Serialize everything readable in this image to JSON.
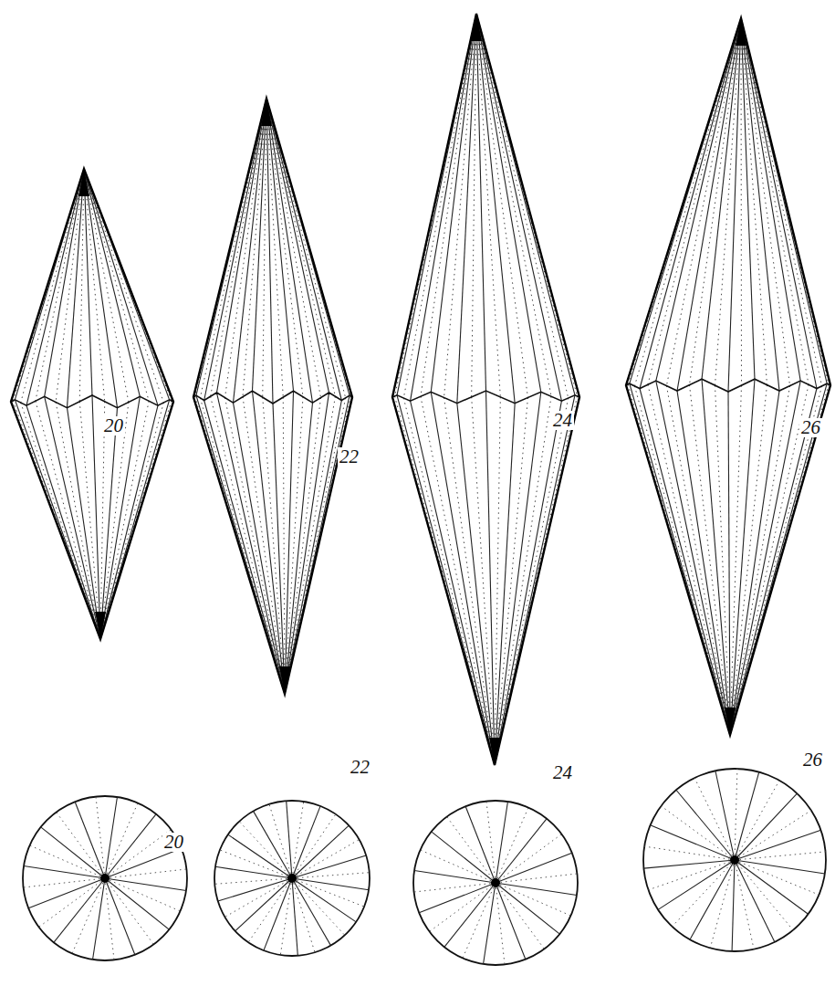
{
  "diagram": {
    "labels": [
      "20",
      "22",
      "24",
      "26",
      "20",
      "22",
      "24",
      "26"
    ]
  }
}
